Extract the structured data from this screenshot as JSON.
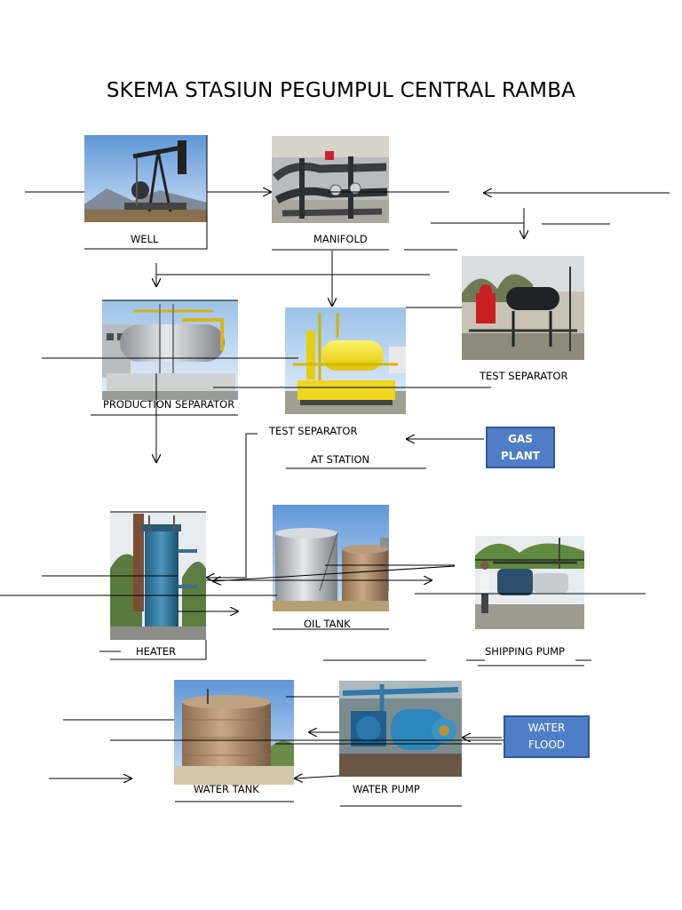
{
  "title": "SKEMA STASIUN PEGUMPUL CENTRAL RAMBA",
  "labels": {
    "well": "WELL",
    "manifold": "MANIFOLD",
    "test_separator_1": "TEST SEPARATOR",
    "production_separator": "PRODUCTION SEPARATOR",
    "test_separator_2": "TEST SEPARATOR",
    "at_station": "AT  STATION",
    "heater": "HEATER",
    "oil_tank": "OIL TANK",
    "shipping_pump": "SHIPPING PUMP",
    "water_tank": "WATER TANK",
    "water_pump": "WATER PUMP"
  },
  "boxes": {
    "gas_plant": [
      "GAS",
      "PLANT"
    ],
    "water_flood": [
      "WATER",
      "FLOOD"
    ]
  },
  "colors": {
    "box_fill": "#4f7ec7",
    "box_border": "#2f5a98",
    "line": "#000000"
  },
  "icons": {
    "well": "pumpjack-photo",
    "manifold": "pipe-manifold-photo",
    "test_separator_1": "test-separator-photo",
    "production_separator": "production-separator-photo",
    "test_separator_2": "yellow-separator-photo",
    "heater": "heater-tower-photo",
    "oil_tank": "oil-tank-photo",
    "shipping_pump": "shipping-pump-photo",
    "water_tank": "water-tank-photo",
    "water_pump": "water-pump-photo"
  }
}
